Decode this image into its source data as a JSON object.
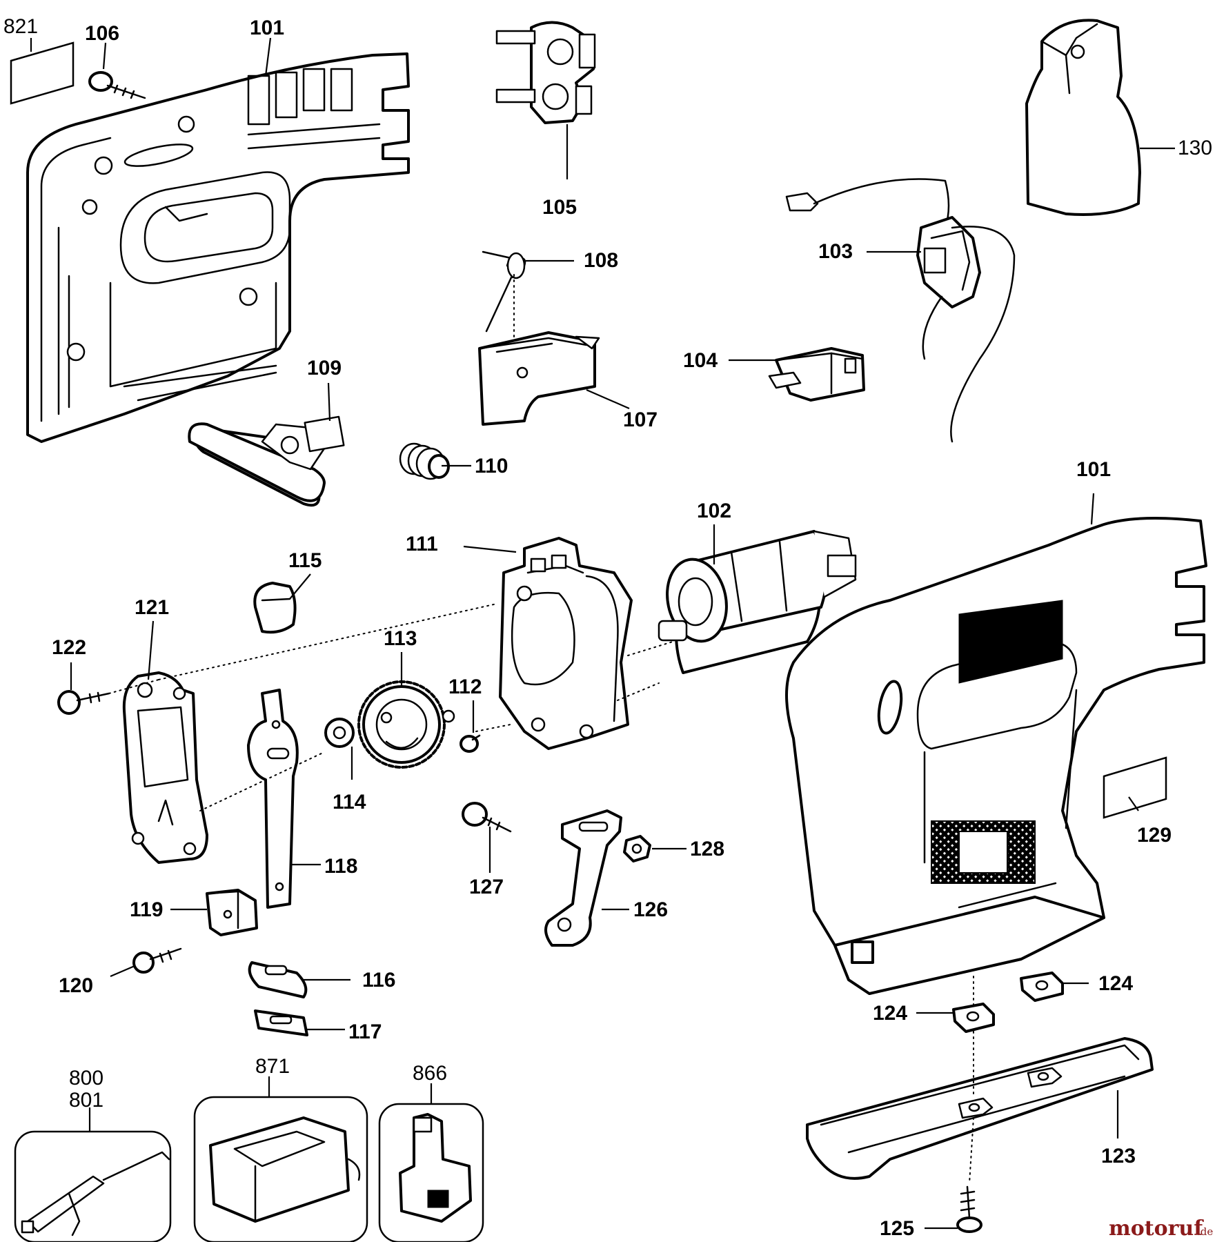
{
  "labels": {
    "p821": "821",
    "p106": "106",
    "p101a": "101",
    "p105": "105",
    "p108": "108",
    "p107": "107",
    "p130": "130",
    "p103": "103",
    "p104": "104",
    "p109": "109",
    "p110": "110",
    "p111": "111",
    "p102": "102",
    "p101b": "101",
    "p115": "115",
    "p121": "121",
    "p122": "122",
    "p113": "113",
    "p112": "112",
    "p114": "114",
    "p118": "118",
    "p119": "119",
    "p120": "120",
    "p116": "116",
    "p117": "117",
    "p127": "127",
    "p128": "128",
    "p126": "126",
    "p129": "129",
    "p124a": "124",
    "p124b": "124",
    "p123": "123",
    "p125": "125",
    "p800": "800",
    "p801": "801",
    "p871": "871",
    "p866": "866"
  },
  "watermark": {
    "name": "motoruf",
    "suffix": ".de",
    "color": "#8b1a1a"
  }
}
